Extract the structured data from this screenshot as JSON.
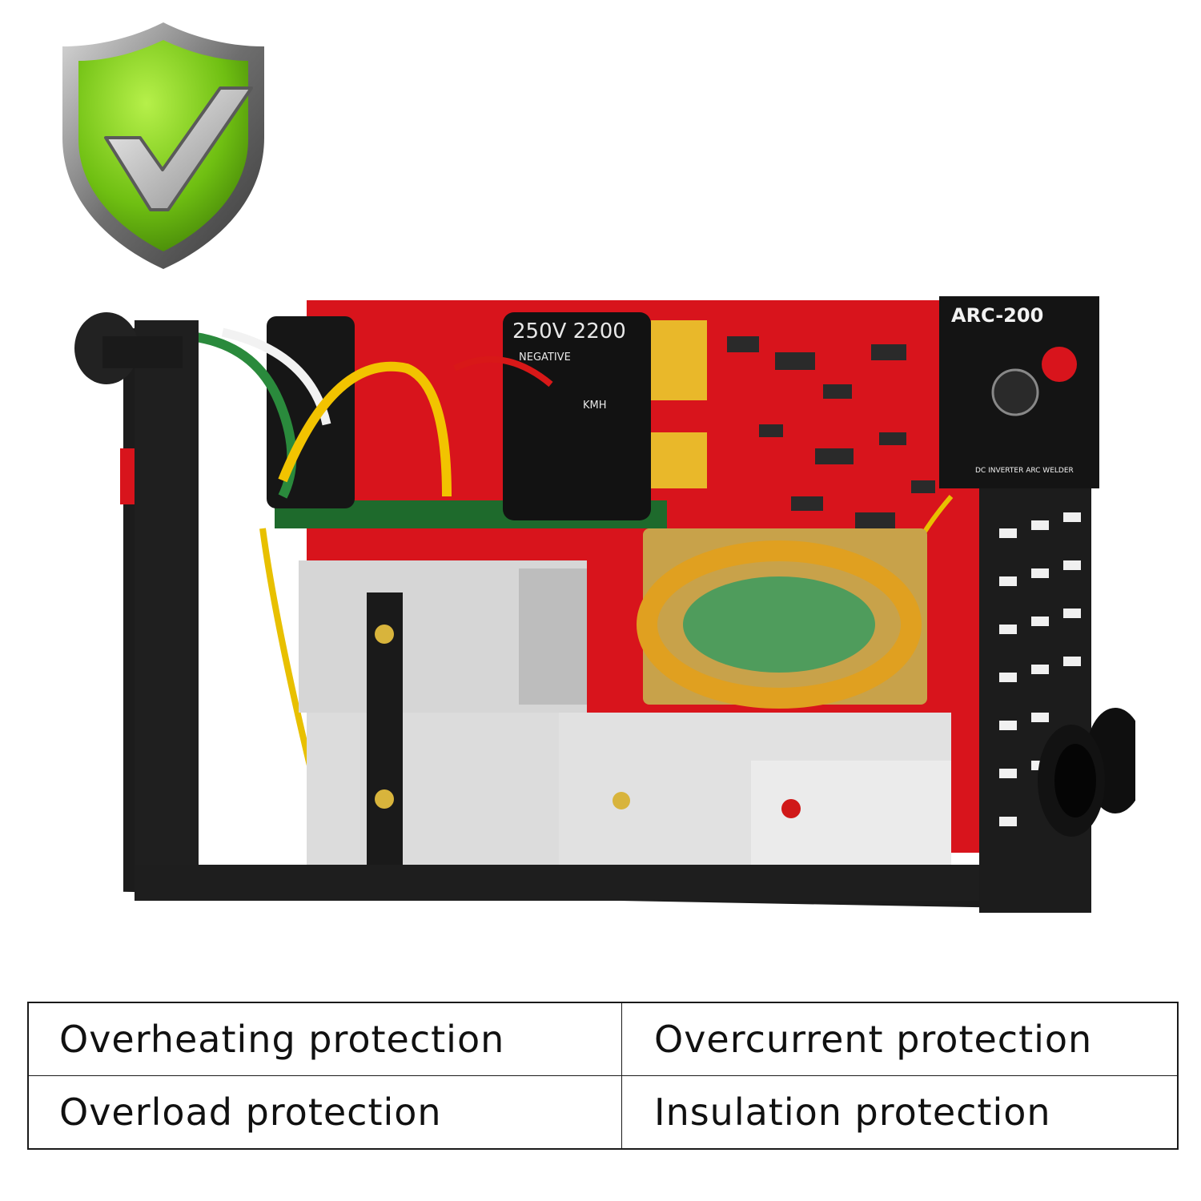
{
  "badge": {
    "icon": "shield-check-icon",
    "color": "#7cc814"
  },
  "product": {
    "front_label": "ARC-200",
    "side_label": "DC INVERTER ARC WELDER",
    "capacitor_text": "250V 2200",
    "capacitor_sub": "NEGATIVE",
    "capacitor_brand": "KMH",
    "board_color": "#d8141c",
    "case_color": "#1c1c1c"
  },
  "features": [
    "Overheating protection",
    "Overcurrent protection",
    "Overload protection",
    "Insulation protection"
  ]
}
